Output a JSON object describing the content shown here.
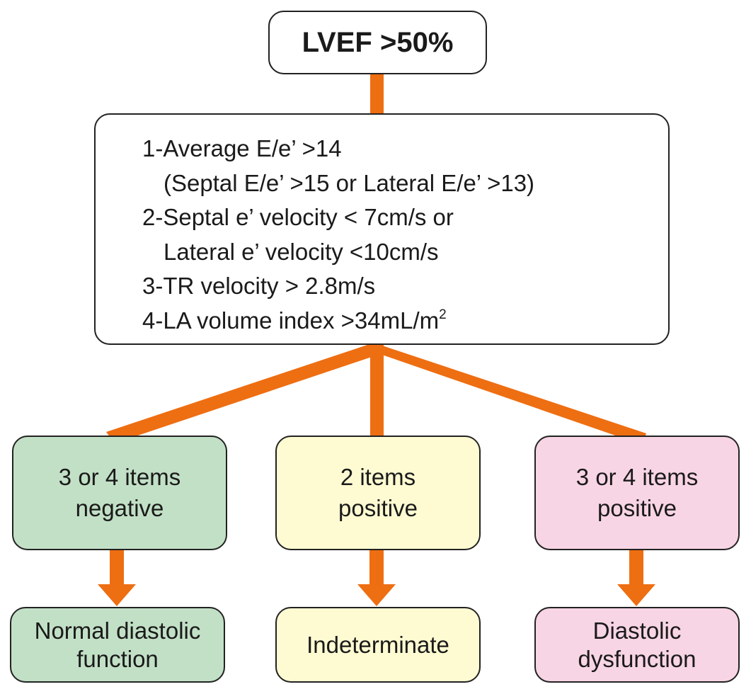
{
  "start": {
    "label": "LVEF >50%"
  },
  "criteria": {
    "lines": [
      "1-Average E/e’ >14",
      "(Septal E/e’ >15 or Lateral E/e’ >13)",
      "2-Septal e’ velocity < 7cm/s or",
      "Lateral e’ velocity <10cm/s",
      "3-TR velocity > 2.8m/s"
    ],
    "line4_prefix": "4-LA volume index >34mL/m",
    "line4_sup": "2"
  },
  "outcomes": [
    {
      "condition": [
        "3 or 4 items",
        "negative"
      ],
      "result": [
        "Normal diastolic",
        "function"
      ],
      "color": "#c2e0c6"
    },
    {
      "condition": [
        "2 items",
        "positive"
      ],
      "result": [
        "Indeterminate"
      ],
      "color": "#fefbd2"
    },
    {
      "condition": [
        "3 or 4 items",
        "positive"
      ],
      "result": [
        "Diastolic",
        "dysfunction"
      ],
      "color": "#f8d5e4"
    }
  ],
  "arrow_color": "#ee6e12"
}
